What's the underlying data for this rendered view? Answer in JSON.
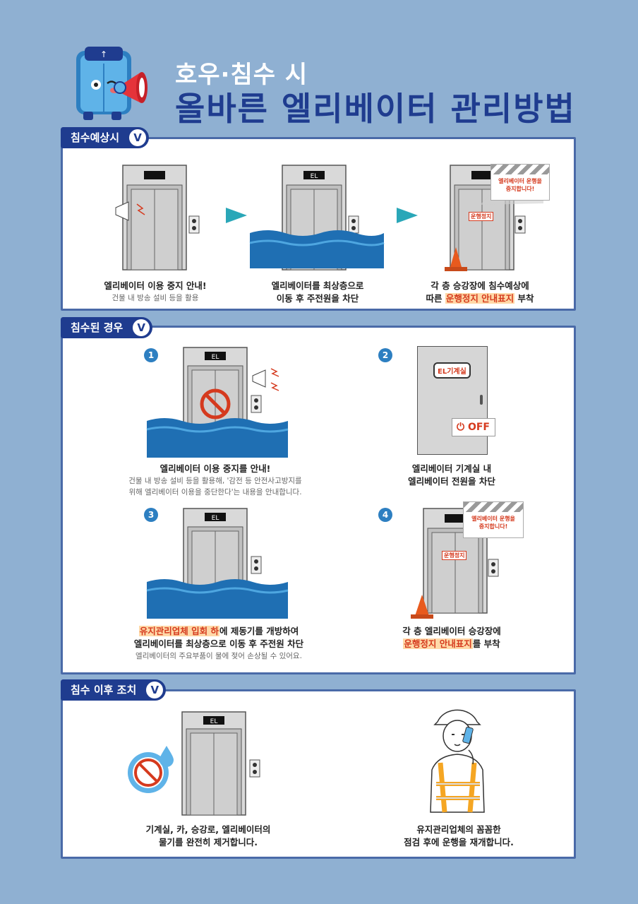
{
  "title": {
    "sub": "호우·침수 시",
    "main": "올바른 엘리베이터 관리방법"
  },
  "icons": {
    "check": "V",
    "arrow": "arrow-right-icon"
  },
  "colors": {
    "navy": "#1f3c8f",
    "background": "#8fb0d2",
    "water": "#1f6fb3",
    "warning": "#d53a1e",
    "highlight": "#ffd9a8"
  },
  "elevator": {
    "display": "EL"
  },
  "sections": {
    "expected": {
      "tab": "침수예상시",
      "step1": {
        "title": "엘리베이터 이용 중지 안내!",
        "sub": "건물 내 방송 설비 등을 활용"
      },
      "step2": {
        "line1": "엘리베이터를 최상층으로",
        "line2": "이동 후 주전원을 차단"
      },
      "step3": {
        "line1": "각 층 승강장에 침수예상에",
        "line2_pre": "따른 ",
        "line2_hl": "운행정지 안내표지",
        "line2_post": " 부착"
      },
      "sign": {
        "line1": "엘리베이터 운행을",
        "line2": "중지합니다!",
        "stop": "운행정지"
      }
    },
    "flooded": {
      "tab": "침수된 경우",
      "step1": {
        "num": "1",
        "title": "엘리베이터 이용 중지를 안내!",
        "sub1": "건물 내 방송 설비 등을 활용해, '감전 등 안전사고방지를",
        "sub2": "위해 엘리베이터 이용을 중단한다'는 내용을 안내합니다."
      },
      "step2": {
        "num": "2",
        "door_label": "EL기계실",
        "off_label": "OFF",
        "line1": "엘리베이터 기계실 내",
        "line2": "엘리베이터 전원을 차단"
      },
      "step3": {
        "num": "3",
        "hl": "유지관리업체 입회 하",
        "line1_post": "에 제동기를 개방하여",
        "line2": "엘리베이터를 최상층으로 이동 후 주전원 차단",
        "sub": "엘리베이터의 주요부품이 물에 젖어 손상될 수 있어요."
      },
      "step4": {
        "num": "4",
        "line1": "각 층 엘리베이터 승강장에",
        "hl": "운행정지 안내표지",
        "line2_post": "를 부착"
      }
    },
    "after": {
      "tab": "침수 이후 조치",
      "step1": {
        "line1": "기계실, 카, 승강로, 엘리베이터의",
        "line2": "물기를 완전히 제거합니다."
      },
      "step2": {
        "line1": "유지관리업체의 꼼꼼한",
        "line2": "점검 후에 운행을 재개합니다."
      }
    }
  }
}
